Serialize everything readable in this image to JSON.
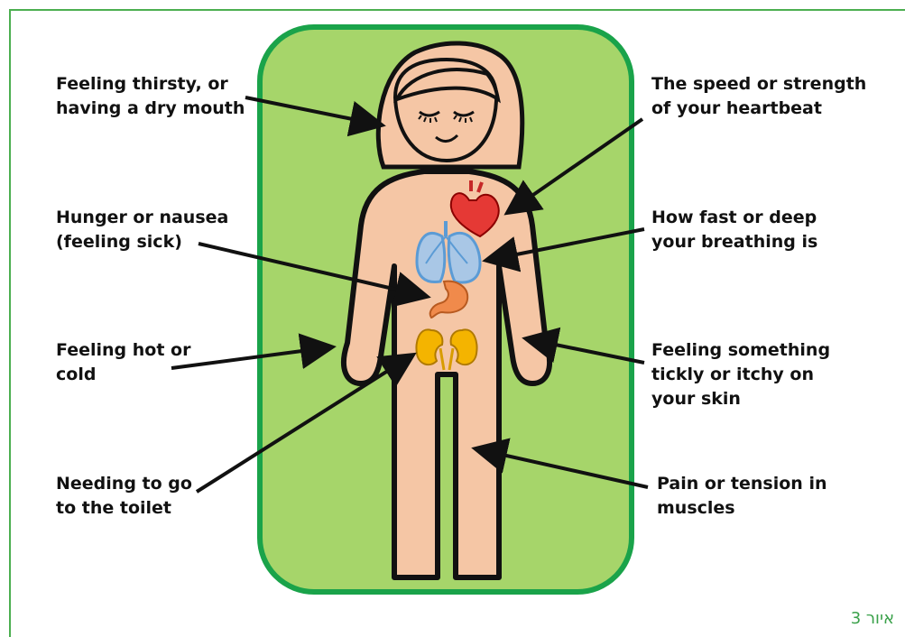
{
  "labels_left": [
    {
      "id": "thirst",
      "lines": [
        "Feeling thirsty, or",
        "having a dry mouth"
      ]
    },
    {
      "id": "hunger",
      "lines": [
        "Hunger or nausea",
        "(feeling sick)"
      ]
    },
    {
      "id": "temperature",
      "lines": [
        "Feeling hot or",
        "cold"
      ]
    },
    {
      "id": "toilet",
      "lines": [
        "Needing to go",
        "to the toilet"
      ]
    }
  ],
  "labels_right": [
    {
      "id": "heartbeat",
      "lines": [
        "The speed or strength",
        "of your heartbeat"
      ]
    },
    {
      "id": "breathing",
      "lines": [
        "How fast or deep",
        "your breathing is"
      ]
    },
    {
      "id": "skin",
      "lines": [
        "Feeling something",
        "tickly or itchy on",
        "your skin"
      ]
    },
    {
      "id": "muscles",
      "lines": [
        "Pain or tension in",
        "muscles"
      ]
    }
  ],
  "caption": "איור 3",
  "colors": {
    "panel_fill": "#a6d56a",
    "panel_border": "#1aa34a",
    "skin": "#f5c6a5",
    "heart": "#e53935",
    "lungs": "#a9c7e6",
    "stomach": "#f08a4b",
    "kidneys": "#f4b400",
    "caption": "#3aa14a"
  }
}
